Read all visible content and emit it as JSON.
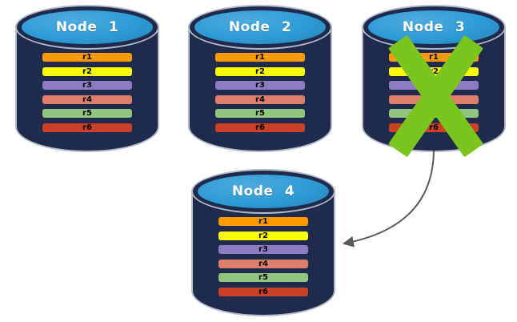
{
  "nodes": [
    {
      "id": "node-1",
      "label": "Node 1",
      "failed": false,
      "rows": [
        "r1",
        "r2",
        "r3",
        "r4",
        "r5",
        "r6"
      ]
    },
    {
      "id": "node-2",
      "label": "Node 2",
      "failed": false,
      "rows": [
        "r1",
        "r2",
        "r3",
        "r4",
        "r5",
        "r6"
      ]
    },
    {
      "id": "node-3",
      "label": "Node 3",
      "failed": true,
      "rows": [
        "r1",
        "r2",
        "r3",
        "r4",
        "r5",
        "r6"
      ]
    },
    {
      "id": "node-4",
      "label": "Node 4",
      "failed": false,
      "rows": [
        "r1",
        "r2",
        "r3",
        "r4",
        "r5",
        "r6"
      ]
    }
  ],
  "row_colors": [
    "#FF9900",
    "#FFFF00",
    "#8E7CC3",
    "#DD7E6B",
    "#93C47D",
    "#CC4125"
  ],
  "arrow": {
    "from": "Node 3",
    "to": "Node 4"
  },
  "icons": {
    "failure_cross": "x-mark-icon",
    "replication_arrow": "curved-arrow-icon"
  },
  "colors": {
    "background": "#FFFFFF",
    "cylinder_body": "#1E2B4D",
    "cylinder_top": "#2E9BD6",
    "node_label_text": "#FFFFFF",
    "row_text": "#000000",
    "failure_cross": "#7CC41E",
    "arrow": "#595959"
  }
}
